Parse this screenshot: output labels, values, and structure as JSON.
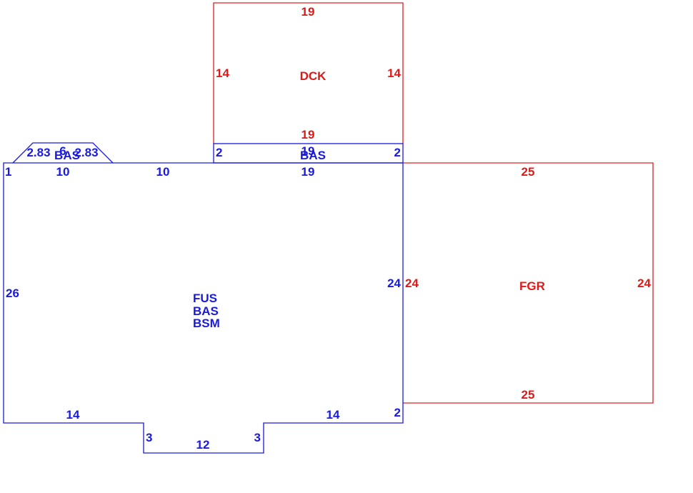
{
  "colors": {
    "living": "#1a1adc",
    "other": "#dc1a1a"
  },
  "areas": {
    "deck": "DCK",
    "garage": "FGR",
    "main_codes": [
      "FUS",
      "BAS",
      "BSM"
    ],
    "strip": "BAS",
    "bay": "BAS"
  },
  "dims": {
    "deck_top": "19",
    "deck_left": "14",
    "deck_right": "14",
    "deck_bottom": "19",
    "strip_left": "2",
    "strip_top": "19",
    "strip_right": "2",
    "bay_left": "2.83",
    "bay_top": "6",
    "bay_right": "2.83",
    "main_left_top": "1",
    "main_top_a": "10",
    "main_top_b": "10",
    "main_top_c": "19",
    "main_left": "26",
    "main_right": "24",
    "main_right_jog": "2",
    "main_bottom_left": "14",
    "main_bottom_right": "14",
    "notch_left": "3",
    "notch_right": "3",
    "notch_bottom": "12",
    "garage_top": "25",
    "garage_left": "24",
    "garage_right": "24",
    "garage_bottom": "25"
  }
}
